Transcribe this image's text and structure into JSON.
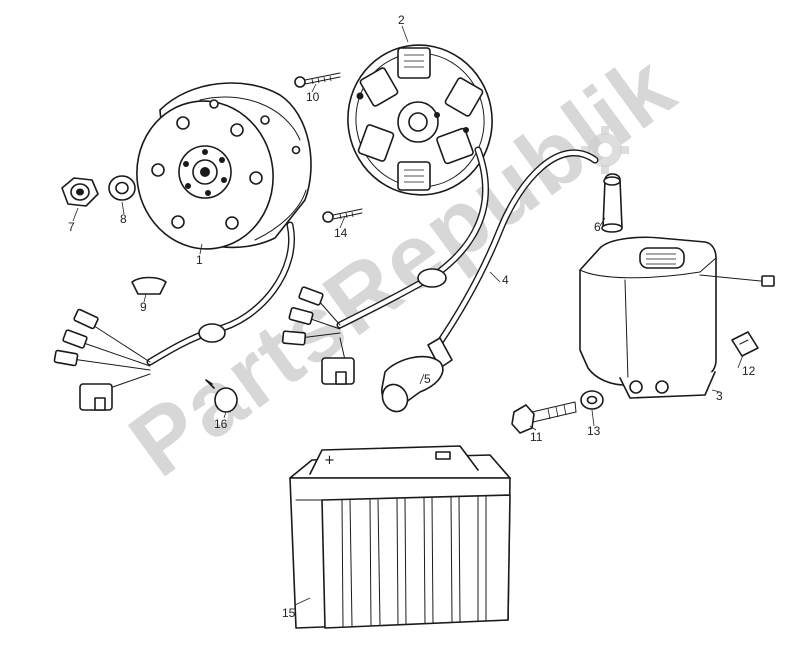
{
  "watermark": {
    "text": "PartsRepublik"
  },
  "labels": {
    "p1": "1",
    "p2": "2",
    "p3": "3",
    "p4": "4",
    "p5": "5",
    "p6": "6",
    "p7": "7",
    "p8": "8",
    "p9": "9",
    "p10": "10",
    "p11": "11",
    "p12": "12",
    "p13": "13",
    "p14": "14",
    "p15": "15",
    "p16": "16"
  }
}
